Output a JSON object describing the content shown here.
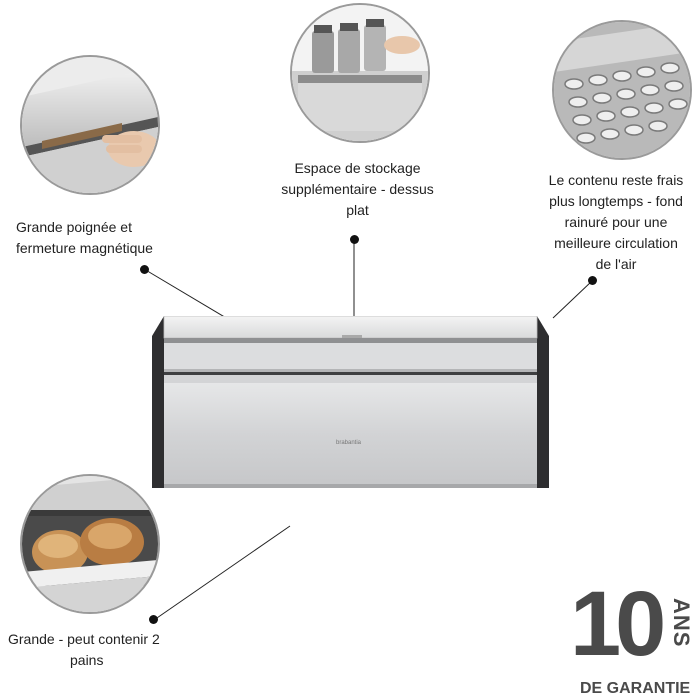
{
  "features": {
    "handle": {
      "label_line1": "Grande poignée et",
      "label_line2": "fermeture magnétique"
    },
    "storage": {
      "label_line1": "Espace de stockage",
      "label_line2": "supplémentaire - dessus",
      "label_line3": "plat"
    },
    "fresh": {
      "label_line1": "Le contenu reste frais",
      "label_line2": "plus longtemps - fond",
      "label_line3": "rainuré pour une",
      "label_line4": "meilleure circulation",
      "label_line5": "de l'air"
    },
    "capacity": {
      "label_line1": "Grande - peut contenir 2",
      "label_line2": "pains"
    }
  },
  "product": {
    "brand_mark": "brabantia"
  },
  "warranty": {
    "number": "10",
    "unit": "ANS",
    "text": "DE GARANTIE"
  },
  "colors": {
    "steel": "#d8d9da",
    "frame": "#2e2e30",
    "badge": "#4a4a4a"
  }
}
